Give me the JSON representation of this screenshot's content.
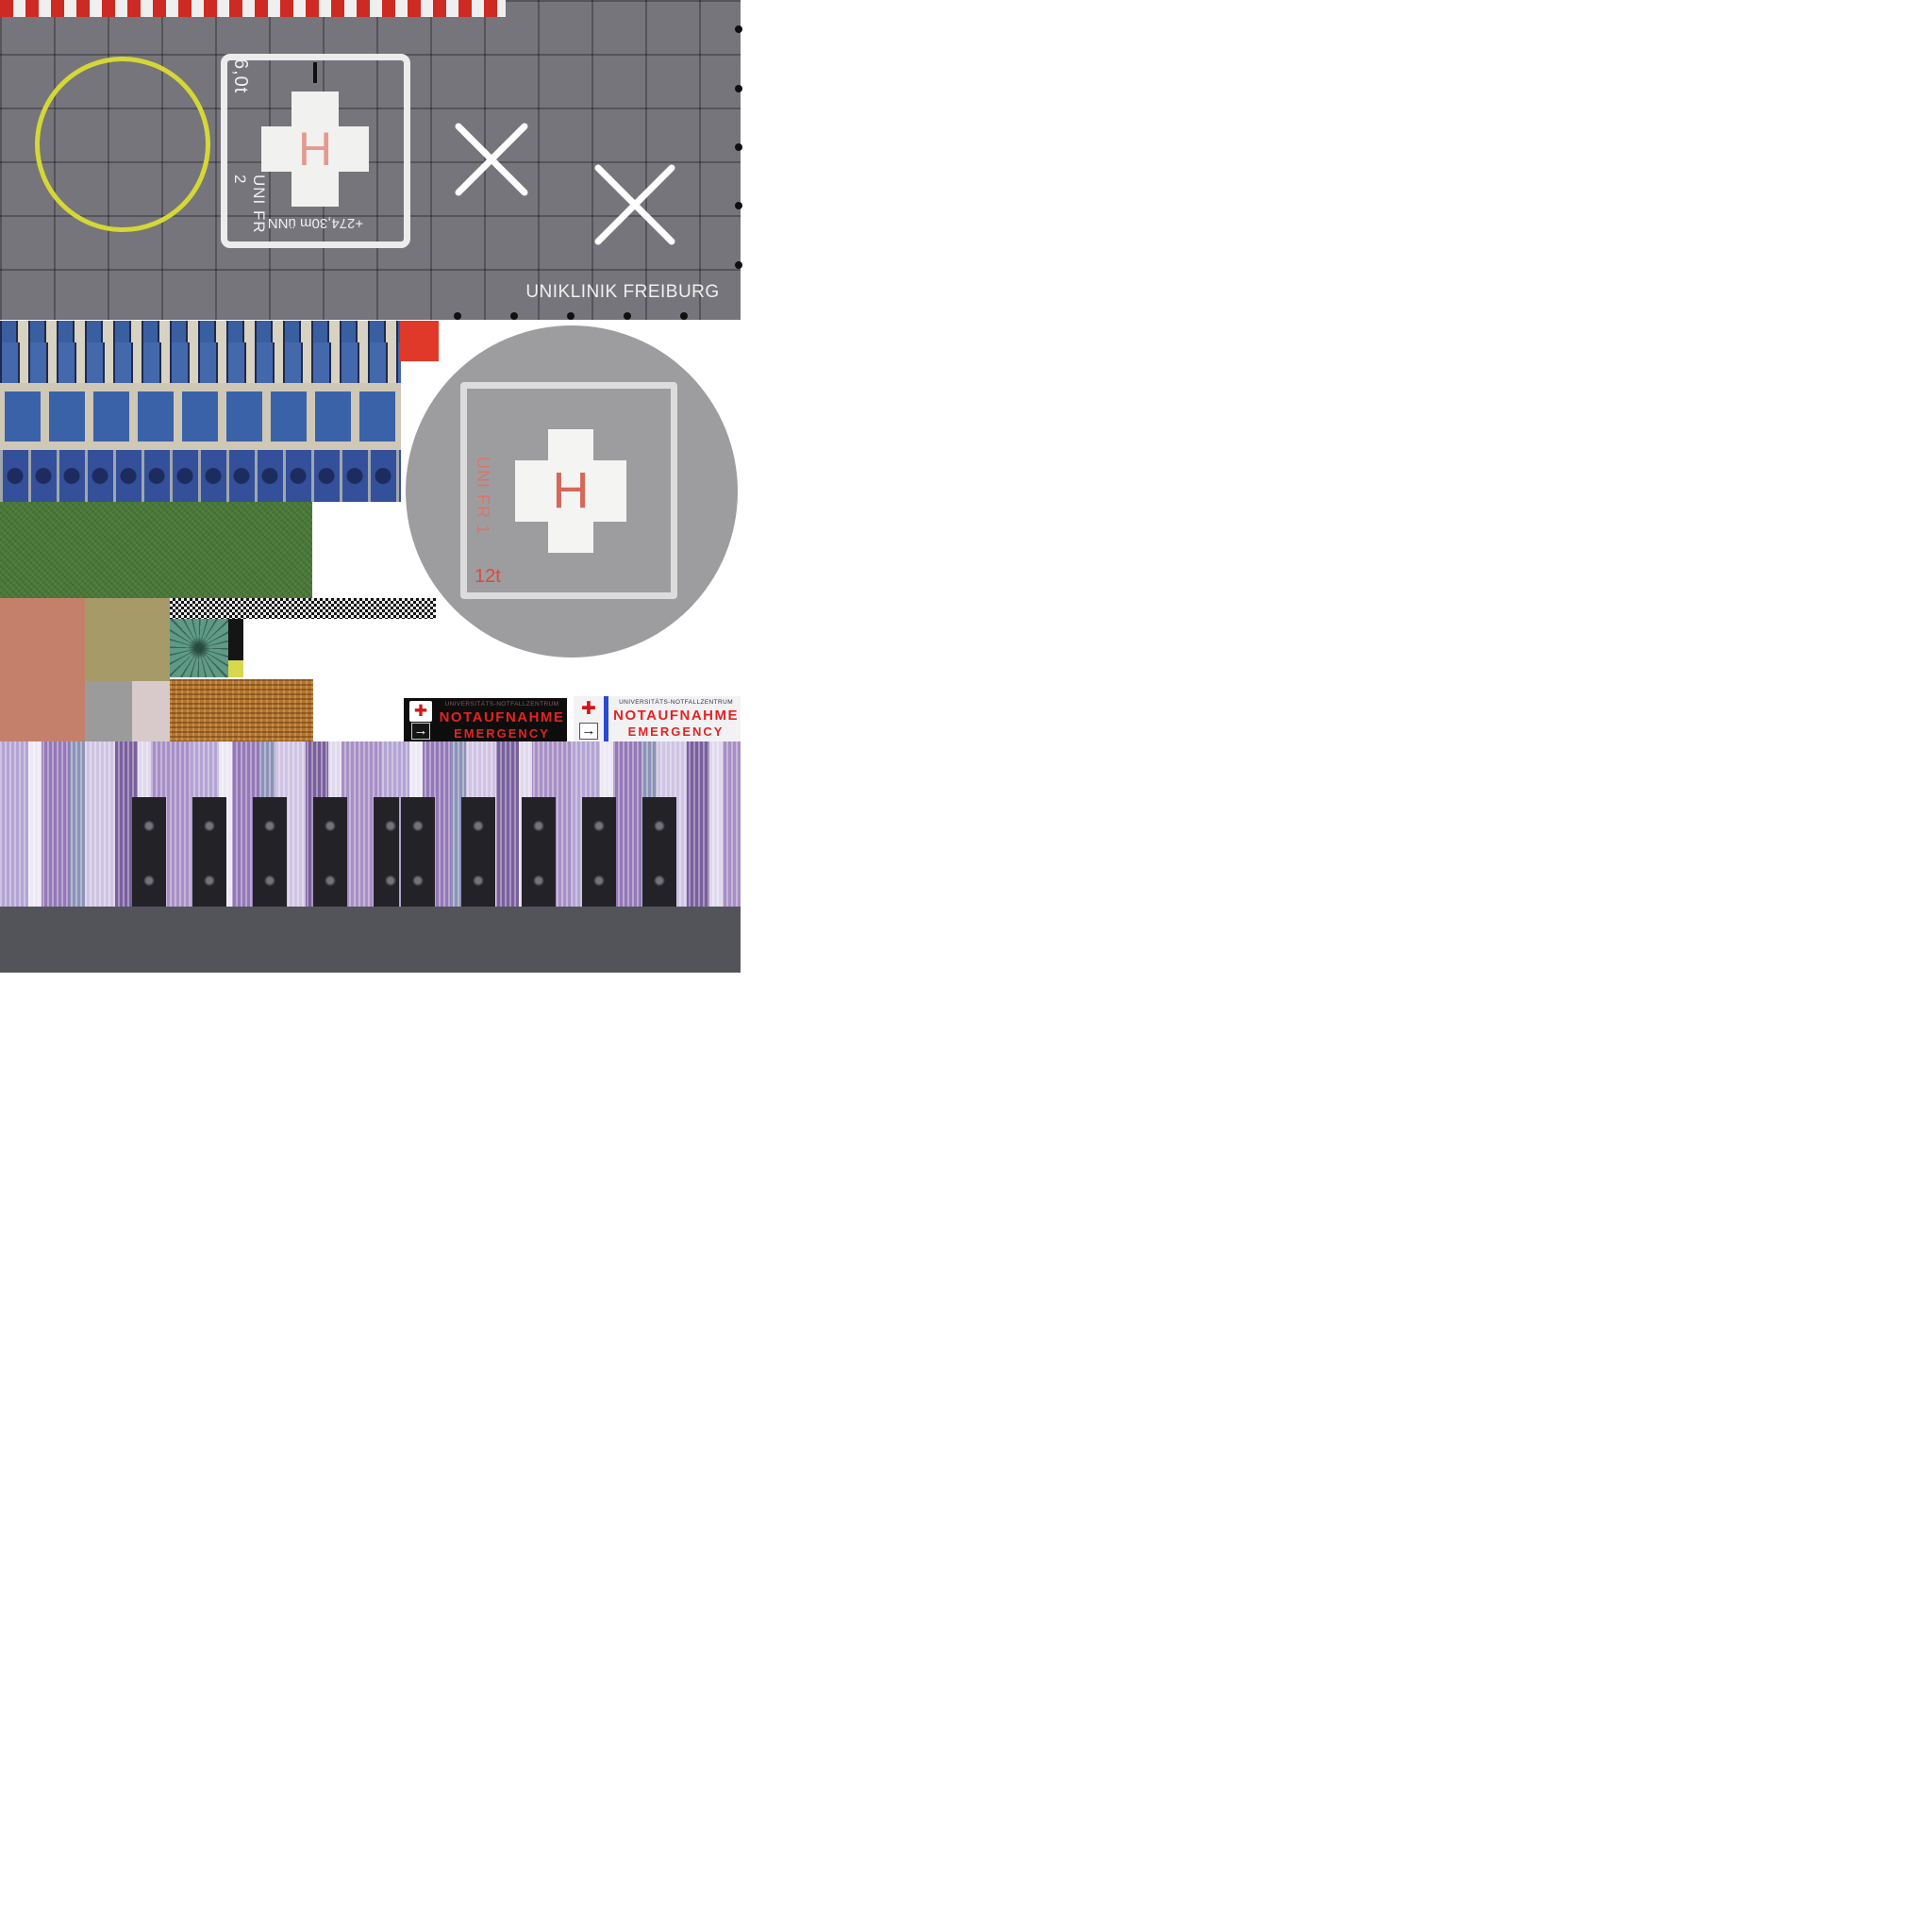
{
  "roof": {
    "hospital_label": "UNIKLINIK FREIBURG",
    "helipad": {
      "weight_limit": "6,0t",
      "code": "UNI FR 2",
      "elevation": "+274,30m üNN",
      "letter": "H"
    }
  },
  "ground_helipad": {
    "code": "UNI FR 1",
    "weight_limit": "12t",
    "letter": "H"
  },
  "signs": {
    "dark": {
      "header": "UNIVERSITÄTS-NOTFALLZENTRUM",
      "line1": "NOTAUFNAHME",
      "line2": "EMERGENCY"
    },
    "light": {
      "header": "UNIVERSITÄTS-NOTFALLZENTRUM",
      "line1": "NOTAUFNAHME",
      "line2": "EMERGENCY"
    }
  },
  "icons": {
    "red_cross": "✚",
    "arrow_right": "→"
  },
  "colors": {
    "roof_gray": "#75757b",
    "hazard_stripe_red": "#cc2a22",
    "marking_white": "#f1f1ef",
    "helipad_h_red": "#d4685a",
    "circle_yellow": "#d5d737",
    "accent_red_square": "#e0392a",
    "grass_green": "#4c7a3a",
    "sign_red": "#e42320",
    "sign_blue": "#2a4ad0",
    "facade_purple": "#9478b8",
    "facade_cream": "#d8d2c2",
    "window_blue": "#3a62a8"
  }
}
